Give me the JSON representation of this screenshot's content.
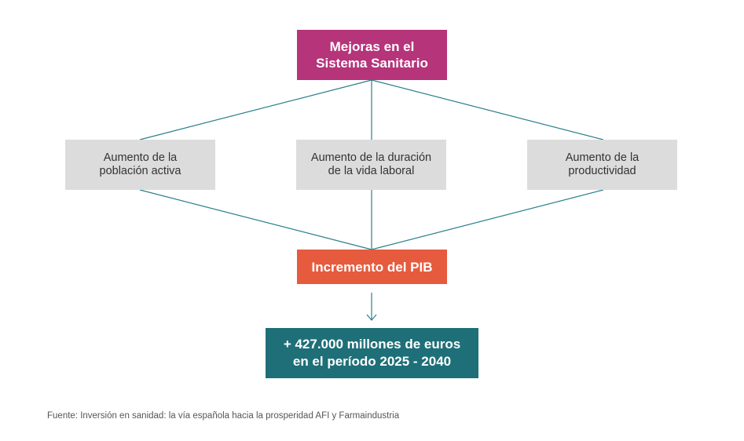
{
  "colors": {
    "top_box": "#b5347a",
    "factor_box": "#dcdcdc",
    "gdp_box": "#e65b3e",
    "result_box": "#1e6f78",
    "connector": "#2b7f8a"
  },
  "top_box": {
    "lines": [
      "Mejoras en el",
      "Sistema Sanitario"
    ]
  },
  "factors": [
    {
      "lines": [
        "Aumento de la",
        "población activa"
      ]
    },
    {
      "lines": [
        "Aumento de la duración",
        "de la vida laboral"
      ]
    },
    {
      "lines": [
        "Aumento de la",
        "productividad"
      ]
    }
  ],
  "gdp_box": {
    "label": "Incremento del PIB"
  },
  "result_box": {
    "lines": [
      "+ 427.000 millones de euros",
      "en el período 2025 - 2040"
    ]
  },
  "source": "Fuente: Inversión en sanidad: la vía española hacia la prosperidad AFI y Farmaindustria"
}
